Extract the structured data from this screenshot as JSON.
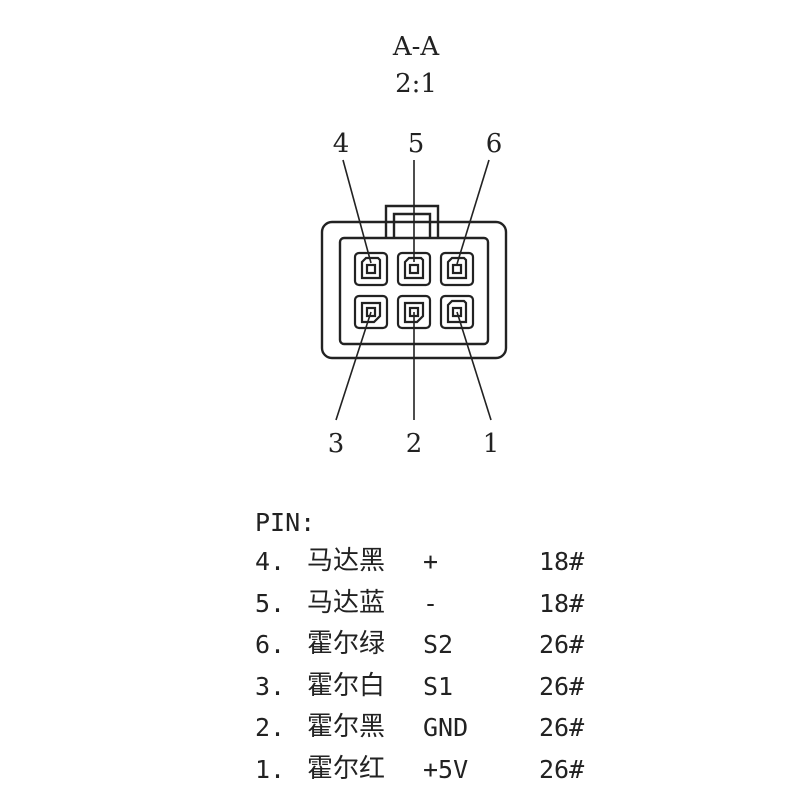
{
  "section_title": "A-A",
  "scale": "2:1",
  "pin_labels_top": [
    "4",
    "5",
    "6"
  ],
  "pin_labels_bottom": [
    "3",
    "2",
    "1"
  ],
  "pin_list_title": "PIN:",
  "pins": [
    {
      "num": "4.",
      "name": "马达黑",
      "signal": "+",
      "gauge": "18#"
    },
    {
      "num": "5.",
      "name": "马达蓝",
      "signal": "-",
      "gauge": "18#"
    },
    {
      "num": "6.",
      "name": "霍尔绿",
      "signal": "S2",
      "gauge": "26#"
    },
    {
      "num": "3.",
      "name": "霍尔白",
      "signal": "S1",
      "gauge": "26#"
    },
    {
      "num": "2.",
      "name": "霍尔黑",
      "signal": "GND",
      "gauge": "26#"
    },
    {
      "num": "1.",
      "name": "霍尔红",
      "signal": "+5V",
      "gauge": "26#"
    }
  ]
}
